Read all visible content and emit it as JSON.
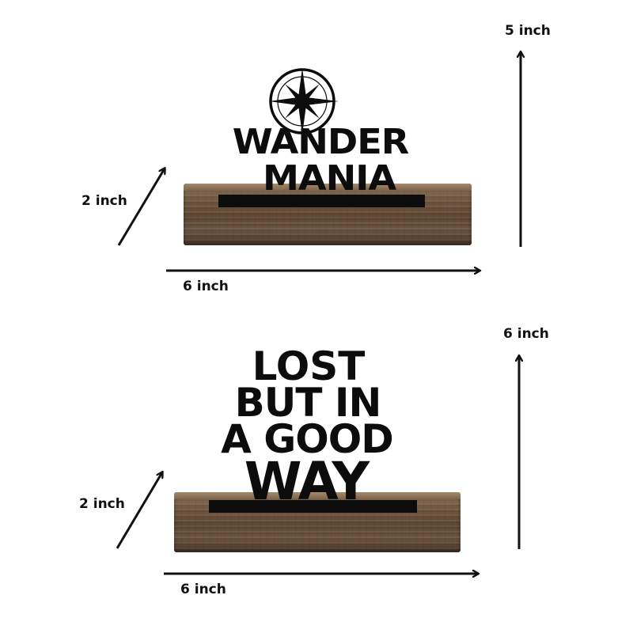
{
  "product_1": {
    "sign_lines": [
      "WANDER",
      "MANIA"
    ],
    "dimensions": {
      "height": "5 inch",
      "depth": "2 inch",
      "width": "6 inch"
    }
  },
  "product_2": {
    "sign_lines": [
      "LOST",
      "BUT IN",
      "A GOOD",
      "WAY"
    ],
    "dimensions": {
      "height": "6 inch",
      "depth": "2 inch",
      "width": "6 inch"
    }
  },
  "colors": {
    "sign": "#0c0c0c",
    "wood": "#6f563f",
    "arrow": "#111111",
    "background": "#ffffff"
  },
  "icons": [
    "compass-star-icon"
  ]
}
